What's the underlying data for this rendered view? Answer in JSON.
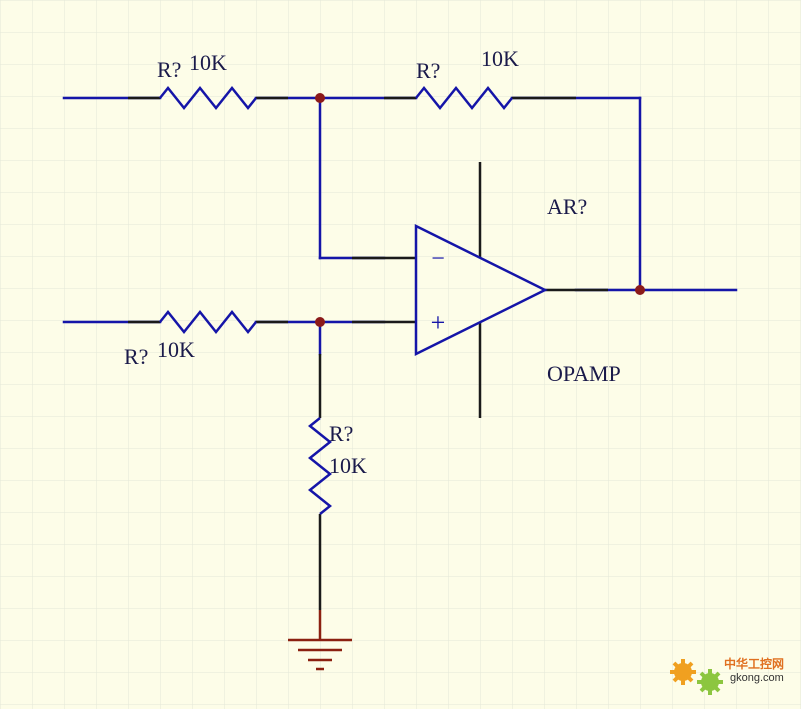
{
  "colors": {
    "background": "#fdfde8",
    "grid": "#e4e8d8",
    "wire": "#1515a8",
    "pin": "#1a1a1a",
    "junction": "#8b1a1a",
    "ground": "#8b2010",
    "label": "#1a1a4a"
  },
  "labels": {
    "r_in_neg_designator": "R?",
    "r_in_neg_value": "10K",
    "r_fb_designator": "R?",
    "r_fb_value": "10K",
    "r_in_pos_designator": "R?",
    "r_in_pos_value": "10K",
    "r_shunt_designator": "R?",
    "r_shunt_value": "10K",
    "opamp_designator": "AR?",
    "opamp_type": "OPAMP",
    "minus_sign": "−",
    "plus_sign": "+"
  },
  "watermark": {
    "site_cn": "中华工控网",
    "site_url": "gkong.com",
    "icon": "gear-logo-icon"
  }
}
